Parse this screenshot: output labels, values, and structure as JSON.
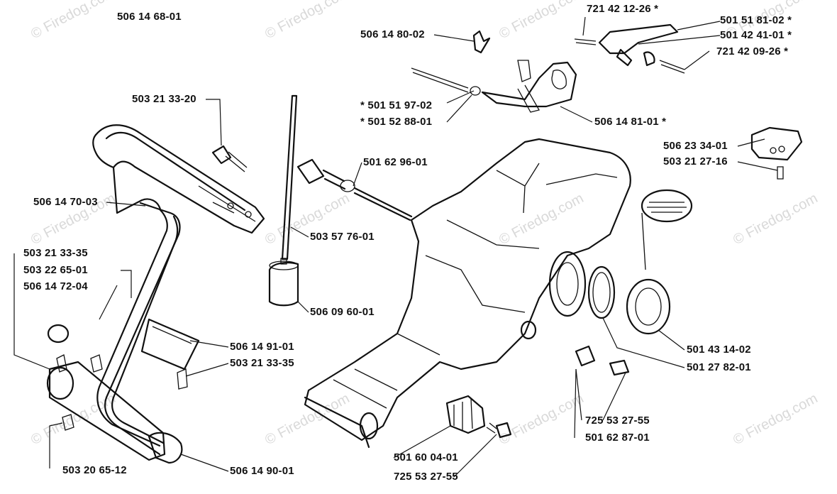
{
  "diagram": {
    "title": "506 14 68-01",
    "labels": [
      {
        "id": "l01",
        "text": "506 14 80-02"
      },
      {
        "id": "l02",
        "text": "721 42 12-26 *"
      },
      {
        "id": "l03",
        "text": "501 51 81-02 *"
      },
      {
        "id": "l04",
        "text": "501 42 41-01 *"
      },
      {
        "id": "l05",
        "text": "721 42 09-26 *"
      },
      {
        "id": "l06",
        "text": "503 21 33-20"
      },
      {
        "id": "l07",
        "text": "* 501 51 97-02"
      },
      {
        "id": "l08",
        "text": "* 501 52 88-01"
      },
      {
        "id": "l09",
        "text": "506 14 81-01 *"
      },
      {
        "id": "l10",
        "text": "506 23 34-01"
      },
      {
        "id": "l11",
        "text": "503 21 27-16"
      },
      {
        "id": "l12",
        "text": "501 62 96-01"
      },
      {
        "id": "l13",
        "text": "506 14 70-03"
      },
      {
        "id": "l14",
        "text": "503 57 76-01"
      },
      {
        "id": "l15",
        "text": "503 21 33-35"
      },
      {
        "id": "l16",
        "text": "503 22 65-01"
      },
      {
        "id": "l17",
        "text": "506 14 72-04"
      },
      {
        "id": "l18",
        "text": "506 09 60-01"
      },
      {
        "id": "l19",
        "text": "506 14 91-01"
      },
      {
        "id": "l20",
        "text": "503 21 33-35"
      },
      {
        "id": "l21",
        "text": "501 43 14-02"
      },
      {
        "id": "l22",
        "text": "501 27 82-01"
      },
      {
        "id": "l23",
        "text": "725 53 27-55"
      },
      {
        "id": "l24",
        "text": "501 62 87-01"
      },
      {
        "id": "l25",
        "text": "503 20 65-12"
      },
      {
        "id": "l26",
        "text": "506 14 90-01"
      },
      {
        "id": "l27",
        "text": "501 60 04-01"
      },
      {
        "id": "l28",
        "text": "725 53 27-55"
      }
    ],
    "watermark": "© Firedog.com"
  }
}
